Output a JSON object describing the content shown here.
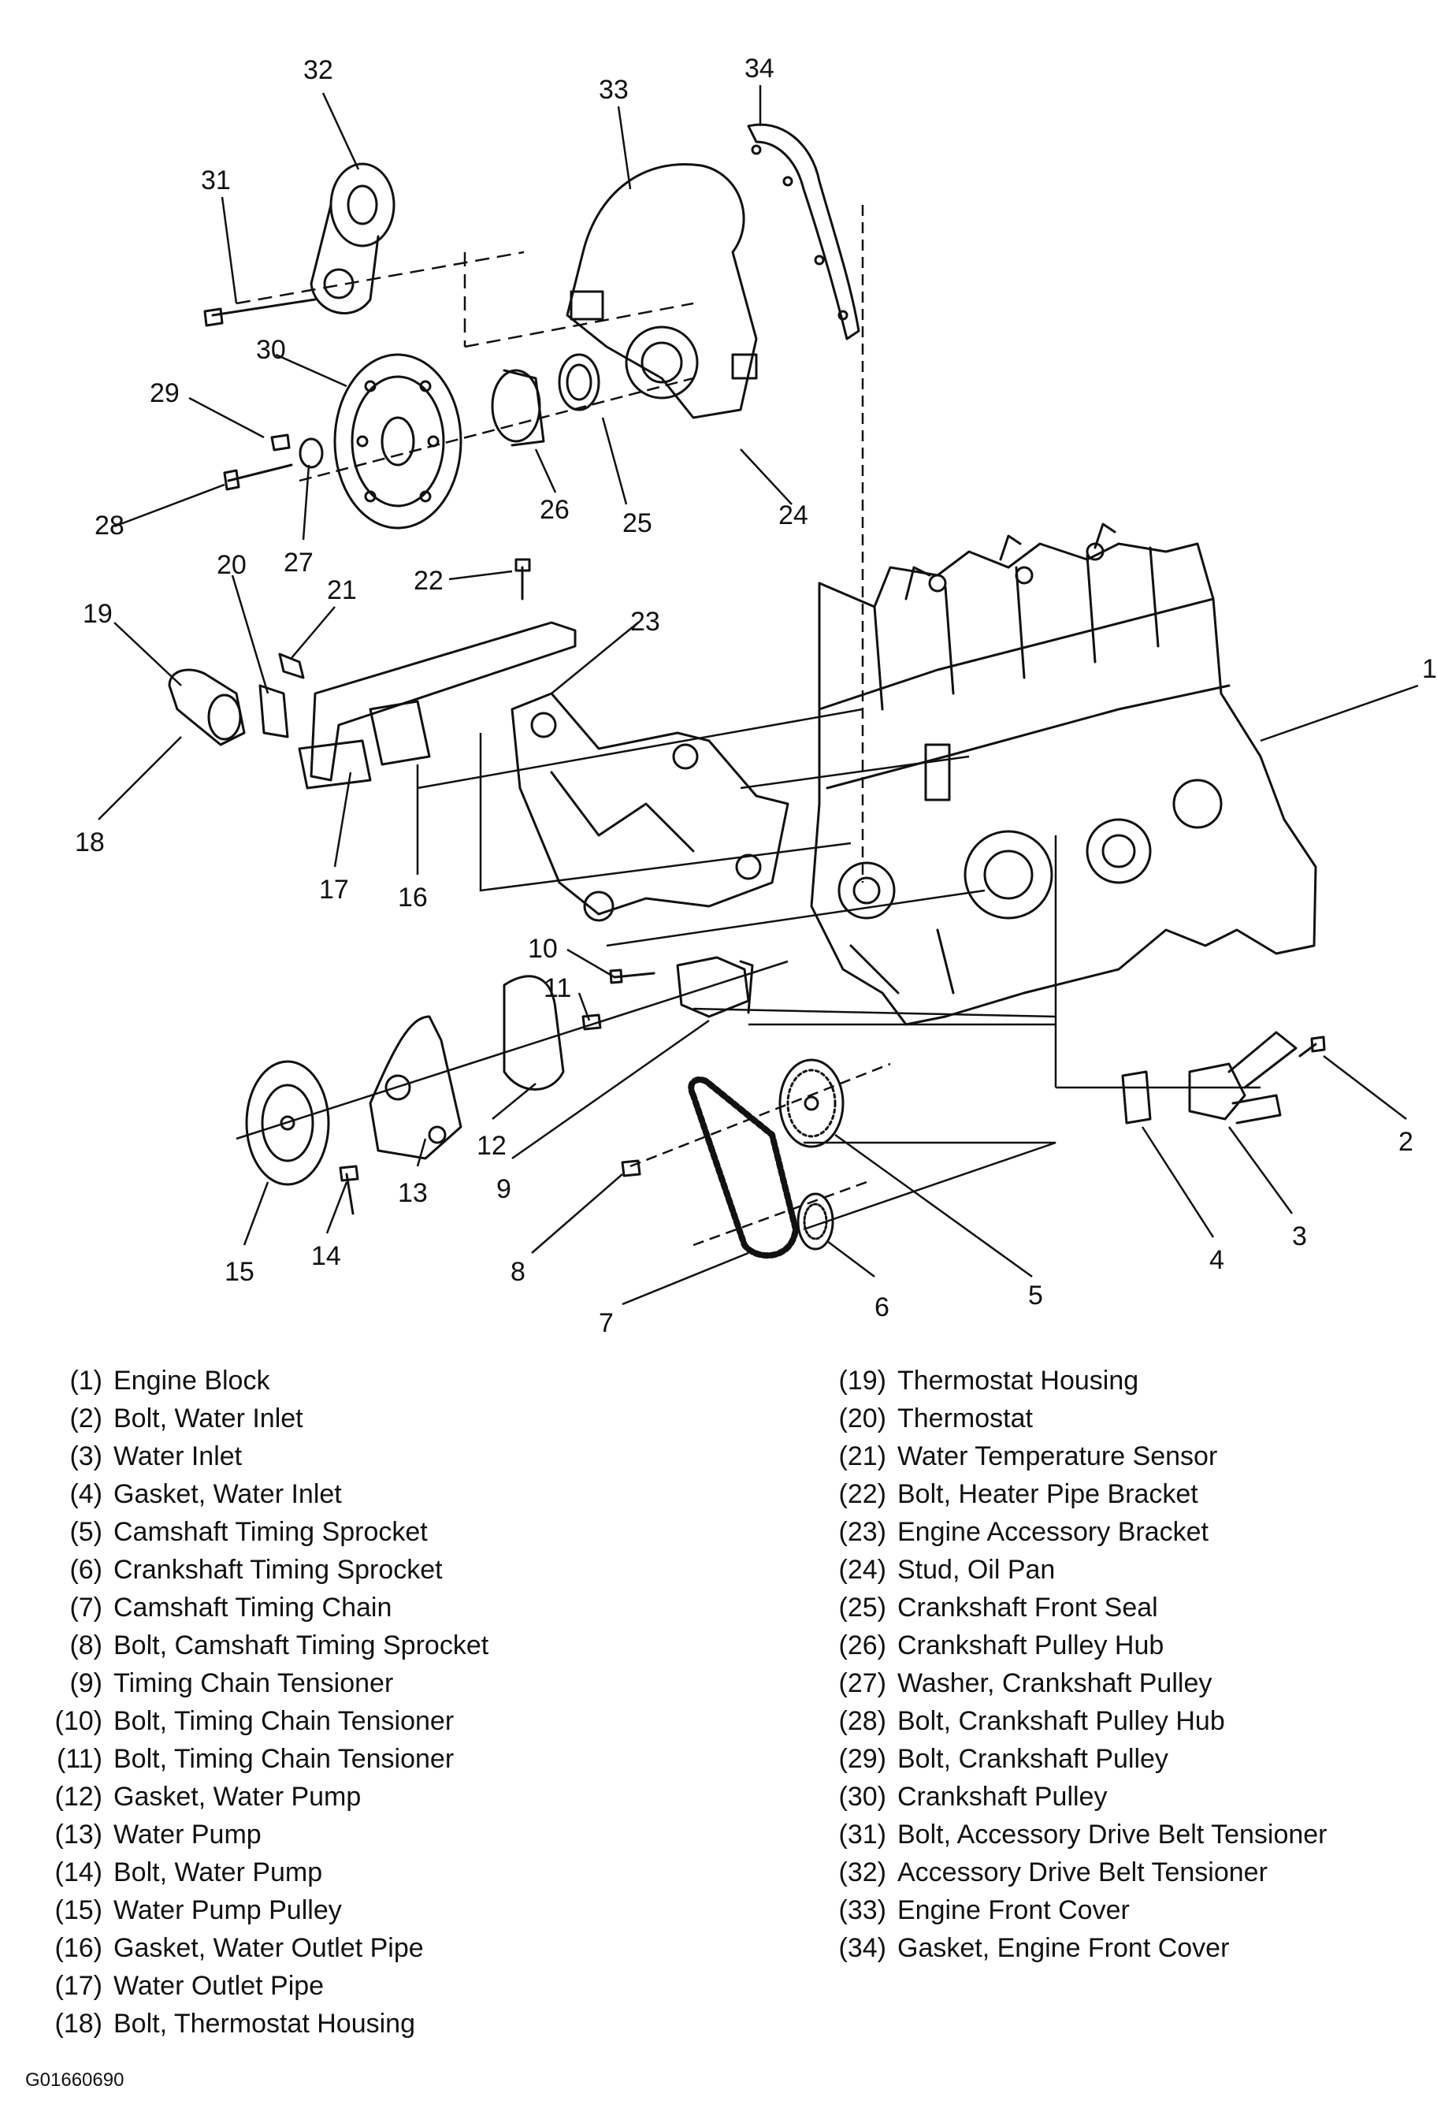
{
  "callouts": [
    "1",
    "2",
    "3",
    "4",
    "5",
    "6",
    "7",
    "8",
    "9",
    "10",
    "11",
    "12",
    "13",
    "14",
    "15",
    "16",
    "17",
    "18",
    "19",
    "20",
    "21",
    "22",
    "23",
    "24",
    "25",
    "26",
    "27",
    "28",
    "29",
    "30",
    "31",
    "32",
    "33",
    "34"
  ],
  "legend_left": [
    {
      "num": "(1)",
      "label": "Engine Block"
    },
    {
      "num": "(2)",
      "label": "Bolt, Water Inlet"
    },
    {
      "num": "(3)",
      "label": "Water Inlet"
    },
    {
      "num": "(4)",
      "label": "Gasket, Water Inlet"
    },
    {
      "num": "(5)",
      "label": "Camshaft Timing Sprocket"
    },
    {
      "num": "(6)",
      "label": "Crankshaft Timing Sprocket"
    },
    {
      "num": "(7)",
      "label": "Camshaft Timing Chain"
    },
    {
      "num": "(8)",
      "label": "Bolt, Camshaft Timing Sprocket"
    },
    {
      "num": "(9)",
      "label": "Timing Chain Tensioner"
    },
    {
      "num": "(10)",
      "label": "Bolt, Timing Chain Tensioner"
    },
    {
      "num": "(11)",
      "label": "Bolt, Timing Chain Tensioner"
    },
    {
      "num": "(12)",
      "label": "Gasket, Water Pump"
    },
    {
      "num": "(13)",
      "label": "Water Pump"
    },
    {
      "num": "(14)",
      "label": "Bolt, Water Pump"
    },
    {
      "num": "(15)",
      "label": "Water Pump Pulley"
    },
    {
      "num": "(16)",
      "label": "Gasket, Water Outlet Pipe"
    },
    {
      "num": "(17)",
      "label": "Water Outlet Pipe"
    },
    {
      "num": "(18)",
      "label": "Bolt, Thermostat Housing"
    }
  ],
  "legend_right": [
    {
      "num": "(19)",
      "label": "Thermostat Housing"
    },
    {
      "num": "(20)",
      "label": "Thermostat"
    },
    {
      "num": "(21)",
      "label": "Water Temperature Sensor"
    },
    {
      "num": "(22)",
      "label": "Bolt, Heater Pipe Bracket"
    },
    {
      "num": "(23)",
      "label": "Engine Accessory Bracket"
    },
    {
      "num": "(24)",
      "label": "Stud, Oil Pan"
    },
    {
      "num": "(25)",
      "label": "Crankshaft Front Seal"
    },
    {
      "num": "(26)",
      "label": "Crankshaft Pulley Hub"
    },
    {
      "num": "(27)",
      "label": "Washer, Crankshaft Pulley"
    },
    {
      "num": "(28)",
      "label": "Bolt, Crankshaft Pulley Hub"
    },
    {
      "num": "(29)",
      "label": "Bolt, Crankshaft Pulley"
    },
    {
      "num": "(30)",
      "label": "Crankshaft Pulley"
    },
    {
      "num": "(31)",
      "label": "Bolt, Accessory Drive Belt Tensioner"
    },
    {
      "num": "(32)",
      "label": "Accessory Drive Belt Tensioner"
    },
    {
      "num": "(33)",
      "label": "Engine Front Cover"
    },
    {
      "num": "(34)",
      "label": "Gasket, Engine Front Cover"
    }
  ],
  "figure_id": "G01660690"
}
